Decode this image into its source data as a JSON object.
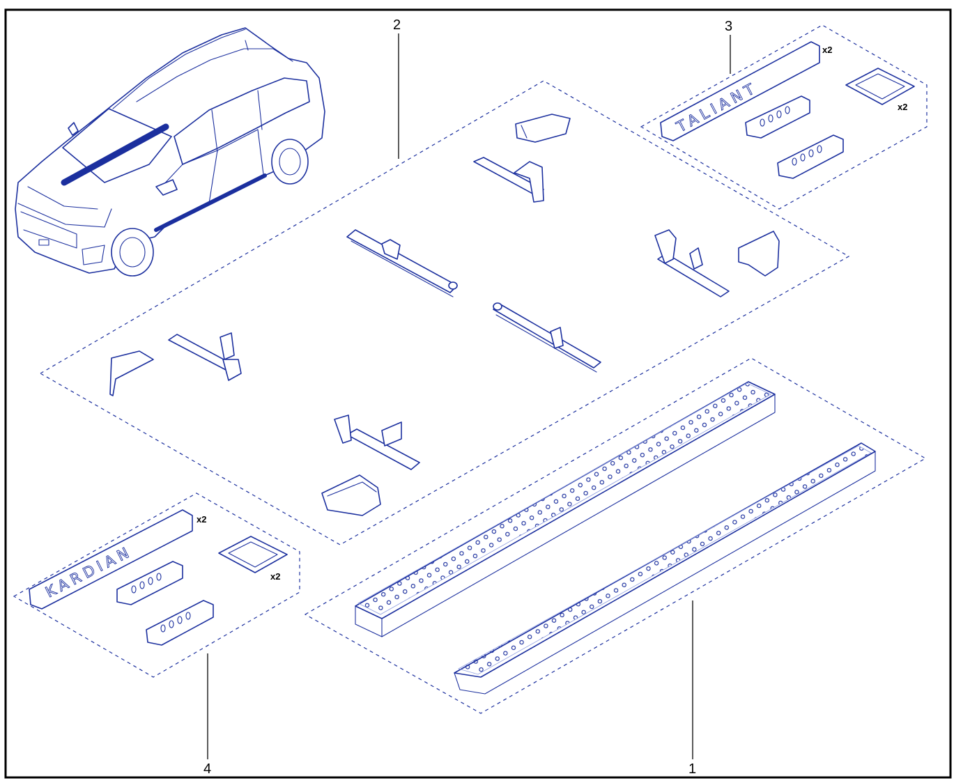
{
  "colors": {
    "line": "#1b2f9e",
    "light": "#8f9ee0",
    "frame": "#000000",
    "background": "#ffffff"
  },
  "callouts": [
    {
      "id": "1",
      "label": "1"
    },
    {
      "id": "2",
      "label": "2"
    },
    {
      "id": "3",
      "label": "3"
    },
    {
      "id": "4",
      "label": "4"
    }
  ],
  "sill_plates": {
    "set_3": {
      "text": "TALIANT",
      "plate_qty": "x2",
      "sticker_qty": "x2"
    },
    "set_4": {
      "text": "KARDIAN",
      "plate_qty": "x2",
      "sticker_qty": "x2"
    }
  },
  "icons": {
    "vehicle": "suv-vehicle-icon",
    "bracket": "mounting-bracket-icon",
    "end_cap": "end-cap-icon",
    "running_board": "running-board-icon",
    "sill_plate": "sill-plate-icon",
    "adhesive_pad": "adhesive-pad-icon"
  }
}
